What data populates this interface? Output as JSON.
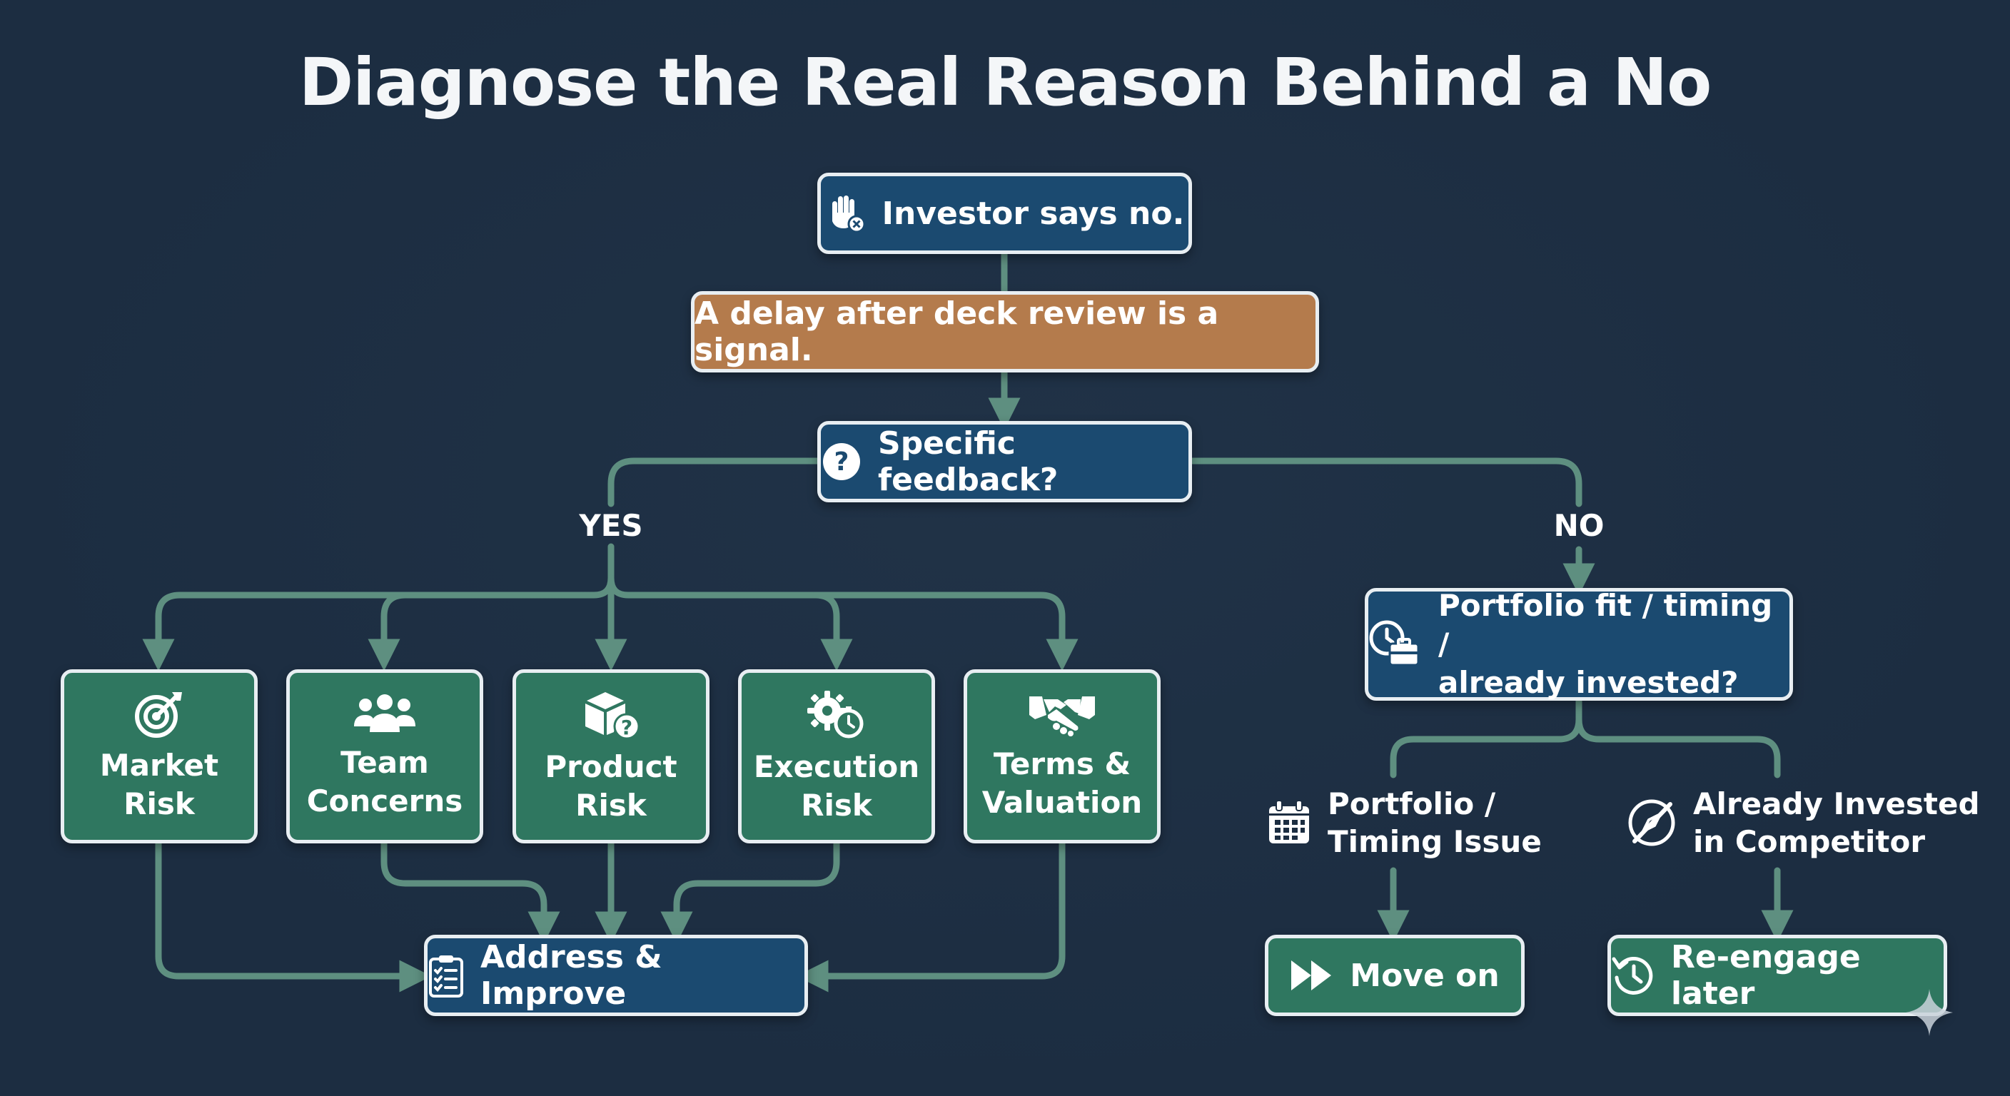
{
  "title": "Diagnose the Real Reason Behind a No",
  "nodes": {
    "start": "Investor says no.",
    "signal": "A delay after deck review is a signal.",
    "question": "Specific feedback?",
    "no_branch_question": [
      "Portfolio fit / timing /",
      "already invested?"
    ],
    "address": "Address & Improve",
    "move_on": "Move on",
    "reengage": "Re-engage later"
  },
  "branch_labels": {
    "yes": "YES",
    "no": "NO"
  },
  "categories": [
    {
      "lines": [
        "Market",
        "Risk"
      ],
      "icon": "target-icon"
    },
    {
      "lines": [
        "Team",
        "Concerns"
      ],
      "icon": "people-icon"
    },
    {
      "lines": [
        "Product",
        "Risk"
      ],
      "icon": "box-question-icon"
    },
    {
      "lines": [
        "Execution",
        "Risk"
      ],
      "icon": "gear-timer-icon"
    },
    {
      "lines": [
        "Terms &",
        "Valuation"
      ],
      "icon": "handshake-icon"
    }
  ],
  "outcomes": {
    "portfolio": {
      "lines": [
        "Portfolio /",
        "Timing Issue"
      ],
      "icon": "calendar-icon"
    },
    "competitor": {
      "lines": [
        "Already Invested",
        "in Competitor"
      ],
      "icon": "blocked-compass-icon"
    }
  },
  "colors": {
    "background": "#1c2d41",
    "blue_node": "#1b4a70",
    "tan_node": "#b47b4c",
    "green_node": "#2f7760",
    "connector": "#5e8f80",
    "border": "#e8eef2"
  }
}
